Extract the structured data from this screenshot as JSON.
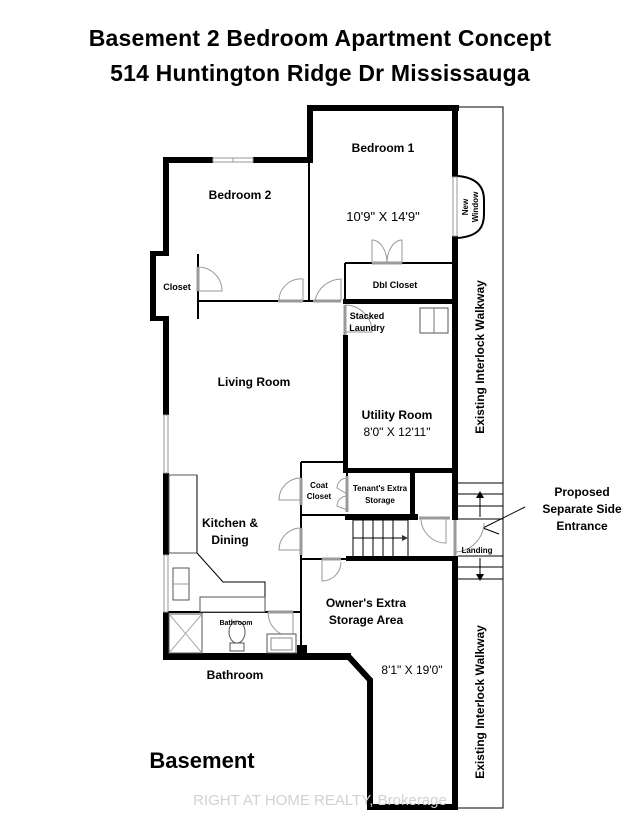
{
  "header": {
    "title_line1": "Basement 2 Bedroom Apartment Concept",
    "title_line2": "514 Huntington Ridge Dr Mississauga"
  },
  "rooms": {
    "bedroom1": {
      "label": "Bedroom 1",
      "dimensions": "10'9\" X 14'9\""
    },
    "bedroom2": {
      "label": "Bedroom 2"
    },
    "closet": {
      "label": "Closet"
    },
    "dbl_closet": {
      "label": "Dbl Closet"
    },
    "laundry": {
      "line1": "Stacked",
      "line2": "Laundry"
    },
    "living_room": {
      "label": "Living Room"
    },
    "utility_room": {
      "label": "Utility Room",
      "dimensions": "8'0\" X 12'11\""
    },
    "coat_closet": {
      "line1": "Coat",
      "line2": "Closet"
    },
    "tenant_storage": {
      "line1": "Tenant's Extra",
      "line2": "Storage"
    },
    "kitchen": {
      "line1": "Kitchen &",
      "line2": "Dining"
    },
    "bathroom_inner": {
      "label": "Bathroom"
    },
    "bathroom_outer": {
      "label": "Bathroom"
    },
    "owner_storage": {
      "line1": "Owner's Extra",
      "line2": "Storage Area",
      "dimensions": "8'1\" X 19'0\""
    },
    "landing": {
      "label": "Landing"
    }
  },
  "exterior": {
    "new_window": {
      "line1": "New",
      "line2": "Window"
    },
    "walkway_upper": "Existing Interlock Walkway",
    "walkway_lower": "Existing Interlock Walkway",
    "entrance_note": {
      "line1": "Proposed",
      "line2": "Separate Side",
      "line3": "Entrance"
    }
  },
  "floor_label": "Basement",
  "watermark": "RIGHT AT HOME REALTY, Brokerage",
  "colors": {
    "wall": "#000000",
    "door": "#9a9a9a",
    "watermark": "#d2d2d2",
    "background": "#ffffff"
  }
}
